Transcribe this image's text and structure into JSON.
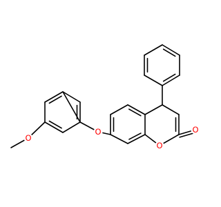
{
  "molecule": {
    "atom_labels": [
      {
        "id": "o-ring",
        "text": "O"
      },
      {
        "id": "o-carbonyl",
        "text": "O"
      },
      {
        "id": "o-ether",
        "text": "O"
      },
      {
        "id": "o-methoxy",
        "text": "O"
      }
    ],
    "colors": {
      "bond": "#000000",
      "oxygen": "#ff0000",
      "background": "#ffffff"
    }
  }
}
